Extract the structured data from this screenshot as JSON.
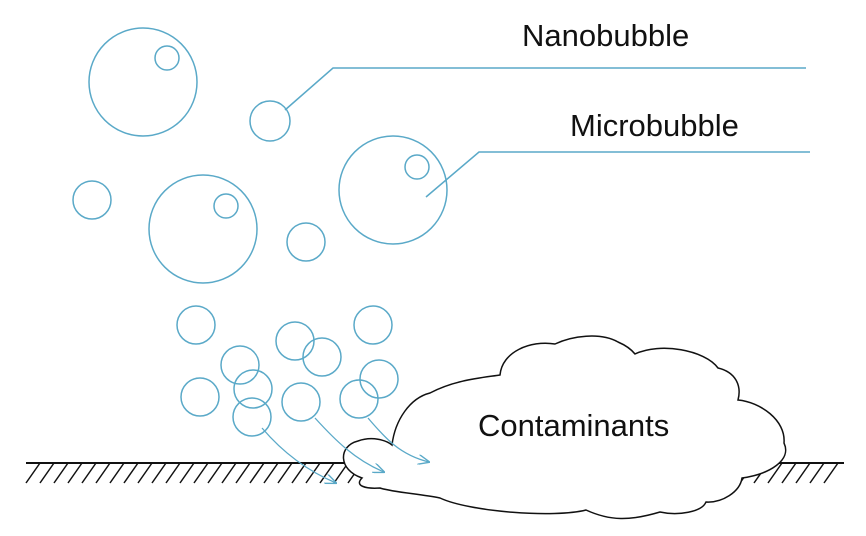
{
  "labels": {
    "nanobubble": "Nanobubble",
    "microbubble": "Microbubble",
    "contaminants": "Contaminants"
  },
  "colors": {
    "bubble_stroke": "#5aa9c8",
    "leader_stroke": "#5aa9c8",
    "arrow_stroke": "#5aa9c8",
    "outline": "#111111",
    "background": "#ffffff"
  }
}
